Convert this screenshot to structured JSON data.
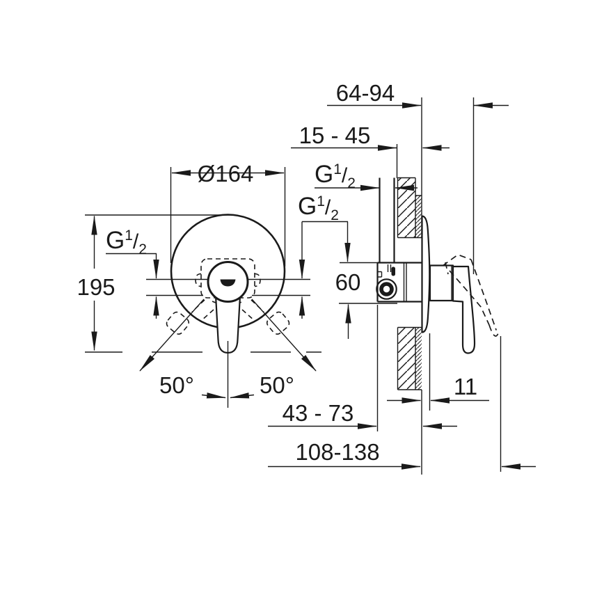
{
  "labels": {
    "escutcheon_diameter": "Ø164",
    "height": "195",
    "swing_angle_left": "50°",
    "swing_angle_right": "50°",
    "lever_depth_closed": "64-94",
    "plaster_depth": "15 - 45",
    "body_to_wall": "43 - 73",
    "lever_depth_open": "108-138",
    "escutcheon_offset": "11",
    "port_height": "60",
    "thread_g": "G",
    "thread_num": "1",
    "thread_slash": "/",
    "thread_den": "2"
  },
  "colors": {
    "ink": "#1a1a1a",
    "paper": "#ffffff"
  }
}
